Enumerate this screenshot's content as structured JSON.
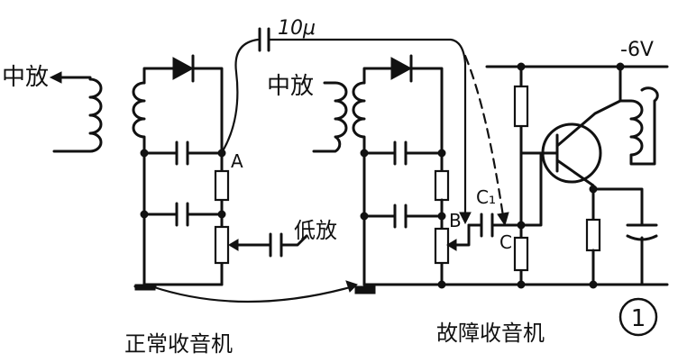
{
  "labels": {
    "if_in_left": "中放",
    "if_in_right": "中放",
    "af_out": "低放",
    "cap_value": "10μ",
    "supply": "-6V",
    "point_a": "A",
    "point_b": "B",
    "point_c": "C",
    "cap_c1": "C₁",
    "caption_normal": "正常收音机",
    "caption_faulty": "故障收音机",
    "figure_number": "1"
  },
  "colors": {
    "ink": "#111111",
    "paper": "#ffffff"
  }
}
